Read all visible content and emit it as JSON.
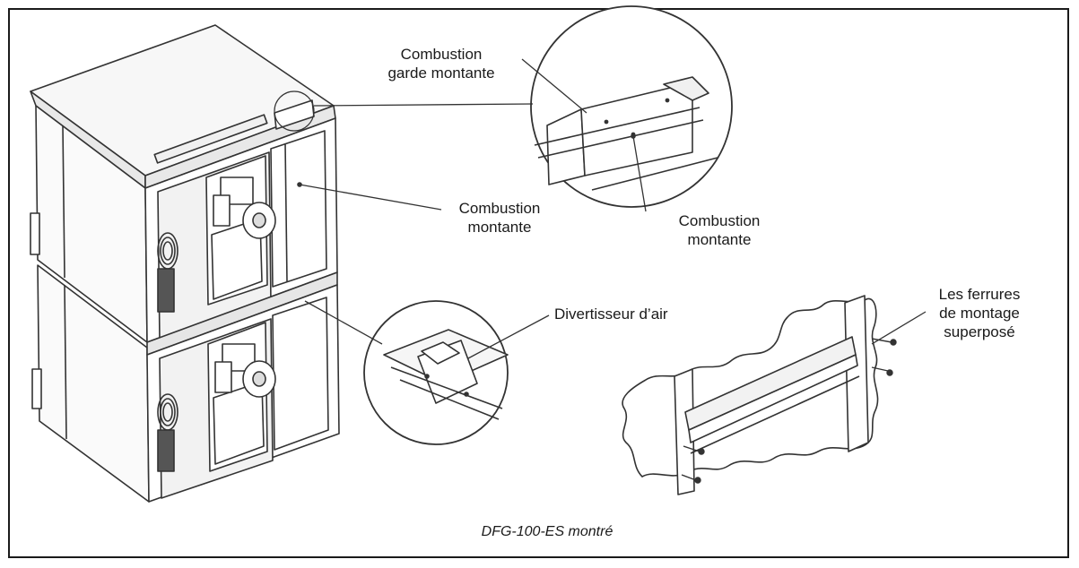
{
  "labels": {
    "combustion_guard": "Combustion\ngarde montante",
    "combustion_riser_main": "Combustion\nmontante",
    "combustion_riser_detail": "Combustion\nmontante",
    "air_diverter": "Divertisseur d’air",
    "stacking_hardware": "Les ferrures\nde montage\nsuperposé"
  },
  "caption": "DFG-100-ES montré"
}
